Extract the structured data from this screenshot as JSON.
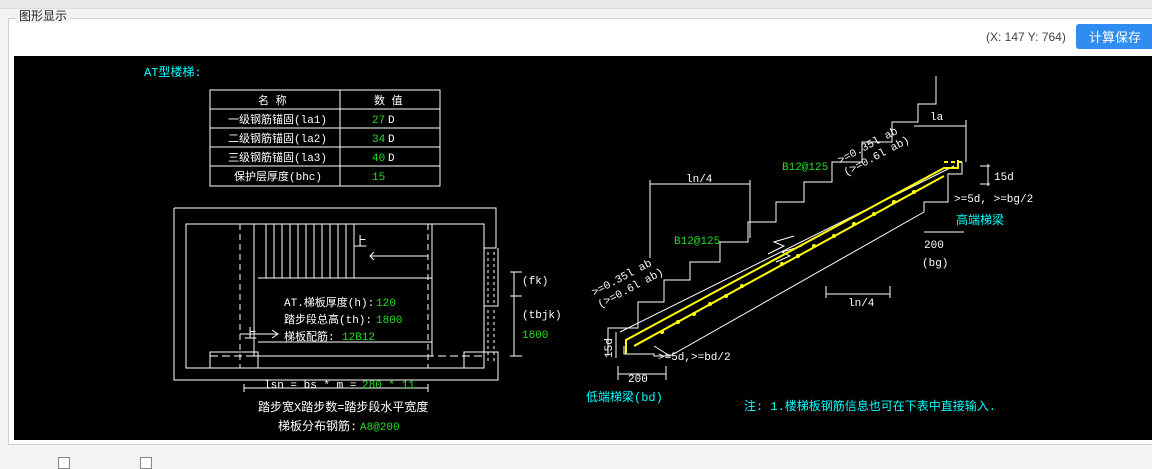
{
  "topbar": {
    "coords_text": "(X: 147 Y: 764)",
    "calc_save_label": "计算保存"
  },
  "panel": {
    "title": "图形显示"
  },
  "drawing": {
    "title": "AT型楼梯:",
    "table": {
      "headers": [
        "名 称",
        "数 值"
      ],
      "rows": [
        {
          "name": "一级钢筋锚固(la1)",
          "value": "27",
          "unit": "D"
        },
        {
          "name": "二级钢筋锚固(la2)",
          "value": "34",
          "unit": "D"
        },
        {
          "name": "三级钢筋锚固(la3)",
          "value": "40",
          "unit": "D"
        },
        {
          "name": "保护层厚度(bhc)",
          "value": "15",
          "unit": ""
        }
      ]
    },
    "plan": {
      "up_label": "上",
      "up_label2": "上",
      "thickness_label": "AT.梯板厚度(h):",
      "thickness_value": "120",
      "height_label": "踏步段总高(th):",
      "height_value": "1800",
      "rebar_label": "梯板配筋:",
      "rebar_value": "12B12",
      "fk": "(fk)",
      "tbjk": "(tbjk)",
      "side_value": "1600",
      "lsn_prefix": "lsn = bs * m =",
      "lsn_value": "280 * 11",
      "caption1": "踏步宽X踏步数=踏步段水平宽度",
      "caption2_label": "梯板分布钢筋:",
      "caption2_value": "A8@200"
    },
    "section": {
      "la": "la",
      "ln4_top": "ln/4",
      "ln4_bottom": "ln/4",
      "b12_upper": "B12@125",
      "b12_lower": "B12@125",
      "anchor_upper_1": ">=0.35l ab",
      "anchor_upper_2": "(>=0.6l ab)",
      "anchor_lower_1": ">=0.35l ab",
      "anchor_lower_2": "(>=0.6l ab)",
      "d15_top": "15d",
      "d15_bottom": "15d",
      "high_cond": ">=5d, >=bg/2",
      "high_beam": "高端梯梁",
      "dim_200_right": "200",
      "bg": "(bg)",
      "low_cond": ">=5d,>=bd/2",
      "dim_200_left": "200",
      "low_beam": "低端梯梁(bd)",
      "note": "注: 1.楼梯板钢筋信息也可在下表中直接输入."
    }
  },
  "colors": {
    "canvas_bg": "#000000",
    "cad_line": "#ffffff",
    "value_green": "#22dd22",
    "label_cyan": "#00ffff",
    "rebar_yellow": "#ffff00",
    "button_blue": "#2f8cf0"
  }
}
